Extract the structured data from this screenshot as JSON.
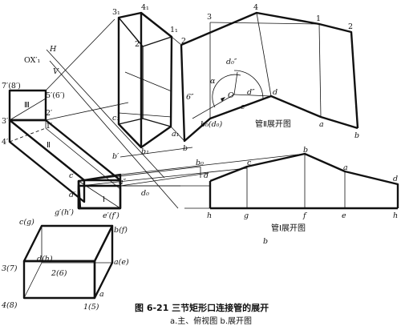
{
  "caption": {
    "title": "图 6-21   三节矩形口连接管的展开",
    "subtitle": "a.主、俯视图   b.展开图"
  },
  "part_labels": {
    "a": "a",
    "b": "b"
  },
  "titles": {
    "pipe2": "管Ⅱ展开图",
    "pipe1": "管Ⅰ展开图"
  },
  "regions": {
    "III": "Ⅲ",
    "II": "Ⅱ",
    "I": "Ⅰ"
  },
  "axis": {
    "ox1": "OX′₁",
    "h": "H",
    "v": "V",
    "alpha": "α",
    "o": "O"
  },
  "views": {
    "p7_8": "7′(8′)",
    "p5_6": "5′(6′)",
    "p2": "2′",
    "p1": "1′",
    "p3": "3′",
    "p4": "4′",
    "pb": "b′",
    "pc": "c′",
    "pd": "d′",
    "pa": "a″",
    "pgh": "g′(h′)",
    "pef": "e′(f′)"
  },
  "box": {
    "cg": "c(g)",
    "bf": "b(f)",
    "dh": "d(h)",
    "ae": "a(e)",
    "p26": "2(6)",
    "p37": "3(7)",
    "p48": "4(8)",
    "p15": "1(5)"
  },
  "pipe2_labels": {
    "n31": "3₁",
    "n41": "4₁",
    "n11": "1₁",
    "n21": "2₁",
    "n2": "2",
    "n3": "3",
    "n4": "4",
    "n1": "1",
    "n2r": "2",
    "n6": "6″",
    "c1": "c₁",
    "b1": "b₁",
    "a1": "a₁",
    "b": "b",
    "a": "a",
    "d": "d",
    "c": "c",
    "d0": "d₀″",
    "dpp": "d″",
    "b0d0": "b₀(d₀)",
    "br": "b"
  },
  "pipe1_labels": {
    "b0": "b₀",
    "d0": "d₀",
    "d": "d",
    "c": "c",
    "b": "b",
    "a": "a",
    "dr": "d",
    "h": "h",
    "g": "g",
    "f": "f",
    "e": "e",
    "hr": "h"
  }
}
